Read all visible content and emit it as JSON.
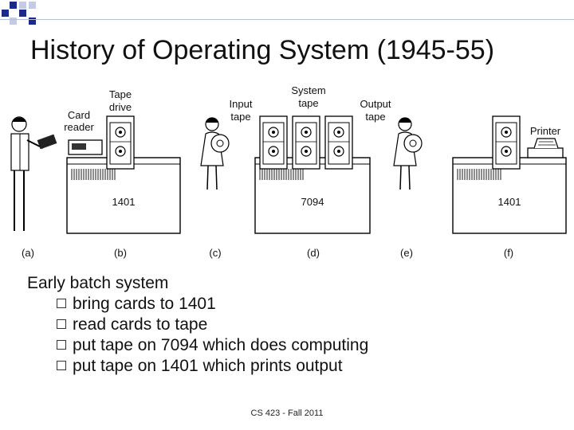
{
  "slide": {
    "title": "History of Operating System (1945-55)",
    "footer": "CS 423 - Fall 2011"
  },
  "diagram": {
    "labels": {
      "card_reader": [
        "Card",
        "reader"
      ],
      "tape_drive": [
        "Tape",
        "drive"
      ],
      "input_tape": [
        "Input",
        "tape"
      ],
      "system_tape": [
        "System",
        "tape"
      ],
      "output_tape": [
        "Output",
        "tape"
      ],
      "printer": "Printer"
    },
    "machines": [
      "1401",
      "7094",
      "1401"
    ],
    "panels": [
      "(a)",
      "(b)",
      "(c)",
      "(d)",
      "(e)",
      "(f)"
    ]
  },
  "bullets": {
    "lead": "Early batch system",
    "items": [
      "bring cards to 1401",
      "read cards to tape",
      "put tape on 7094 which does computing",
      "put tape on 1401 which prints output"
    ]
  },
  "colors": {
    "accent_dark": "#1c2a8a",
    "accent_light": "#c5cbe3"
  }
}
